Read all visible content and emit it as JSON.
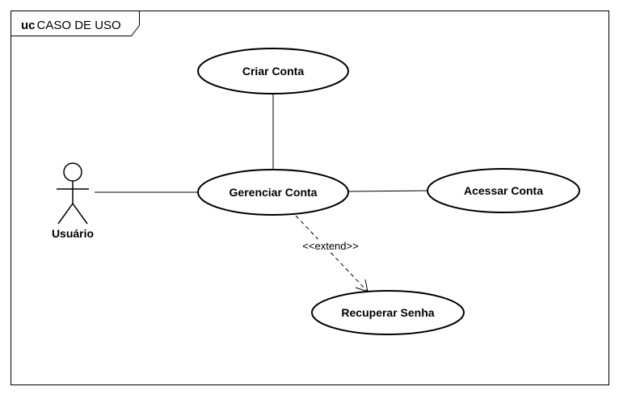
{
  "frame": {
    "keyword": "uc",
    "name": "CASO DE USO"
  },
  "actors": [
    {
      "id": "usuario",
      "label": "Usuário"
    }
  ],
  "use_cases": [
    {
      "id": "criar",
      "label": "Criar Conta"
    },
    {
      "id": "gerenciar",
      "label": "Gerenciar Conta"
    },
    {
      "id": "acessar",
      "label": "Acessar Conta"
    },
    {
      "id": "recuperar",
      "label": "Recuperar Senha"
    }
  ],
  "relationships": [
    {
      "type": "association",
      "from": "usuario",
      "to": "gerenciar"
    },
    {
      "type": "association",
      "from": "criar",
      "to": "gerenciar"
    },
    {
      "type": "association",
      "from": "gerenciar",
      "to": "acessar"
    },
    {
      "type": "extend",
      "from": "gerenciar",
      "to": "recuperar",
      "label": "<<extend>>"
    }
  ]
}
